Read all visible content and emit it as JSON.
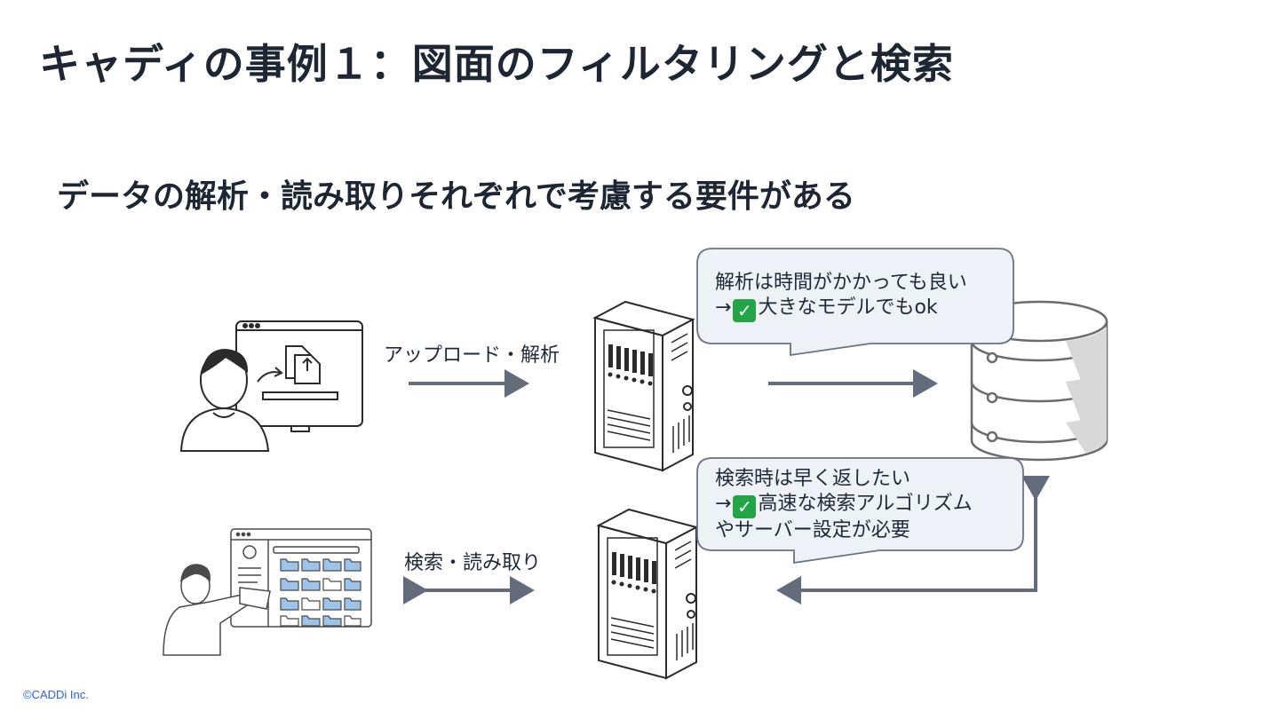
{
  "title": "キャディの事例１：図面のフィルタリングと検索",
  "subtitle": "データの解析・読み取りそれぞれで考慮する要件がある",
  "flows": {
    "upload_label": "アップロード・解析",
    "search_label": "検索・読み取り"
  },
  "bubbles": {
    "analysis": {
      "line1": "解析は時間がかかっても良い",
      "arrow": "→",
      "check_icon": "white-check-mark-icon",
      "line2": "大きなモデルでもok"
    },
    "search": {
      "line1": "検索時は早く返したい",
      "arrow": "→",
      "check_icon": "white-check-mark-icon",
      "line2": "高速な検索アルゴリズム",
      "line3": "やサーバー設定が必要"
    }
  },
  "icons": {
    "uploader": "person-uploading-on-monitor-icon",
    "searcher": "person-browsing-files-icon",
    "server_top": "server-tower-icon",
    "server_bottom": "server-tower-icon",
    "database": "database-icon"
  },
  "colors": {
    "arrow": "#646c7c",
    "bubble_fill": "#eef1f6",
    "bubble_stroke": "#6b7280",
    "check": "#22a447",
    "copyright": "#2563eb"
  },
  "footer": {
    "copyright": "©CADDi Inc."
  }
}
